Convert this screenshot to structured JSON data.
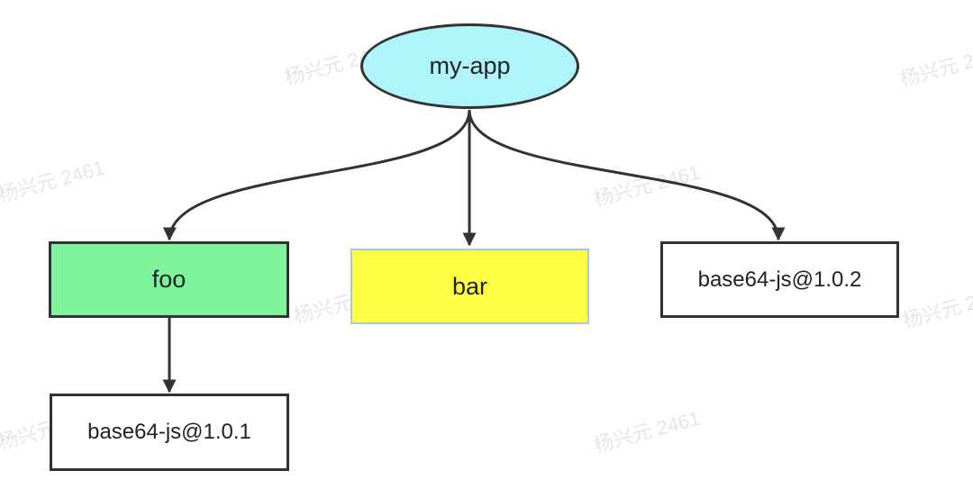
{
  "diagram": {
    "root": {
      "label": "my-app",
      "color": "#aef4fa"
    },
    "nodes": [
      {
        "id": "foo",
        "label": "foo",
        "color": "#7ef39c"
      },
      {
        "id": "bar",
        "label": "bar",
        "color": "#ffff46"
      },
      {
        "id": "b64-2",
        "label": "base64-js@1.0.2",
        "color": "#ffffff"
      },
      {
        "id": "b64-1",
        "label": "base64-js@1.0.1",
        "color": "#ffffff"
      }
    ],
    "edges": [
      {
        "from": "my-app",
        "to": "foo"
      },
      {
        "from": "my-app",
        "to": "bar"
      },
      {
        "from": "my-app",
        "to": "base64-js@1.0.2"
      },
      {
        "from": "foo",
        "to": "base64-js@1.0.1"
      }
    ],
    "watermark": "杨兴元 2461"
  }
}
